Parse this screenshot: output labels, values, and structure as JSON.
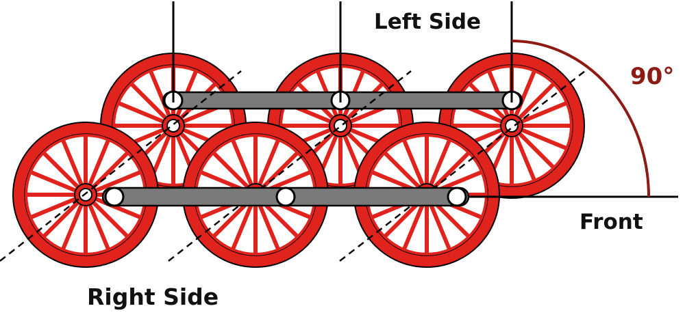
{
  "labels": {
    "left_side": "Left Side",
    "front": "Front",
    "right_side": "Right Side",
    "angle": "90°"
  },
  "colors": {
    "wheel": "#e0231c",
    "wheel_inner": "#ffffff",
    "rod": "#7a7a7a",
    "ink": "#111111",
    "angle_arc": "#8e1a14"
  }
}
